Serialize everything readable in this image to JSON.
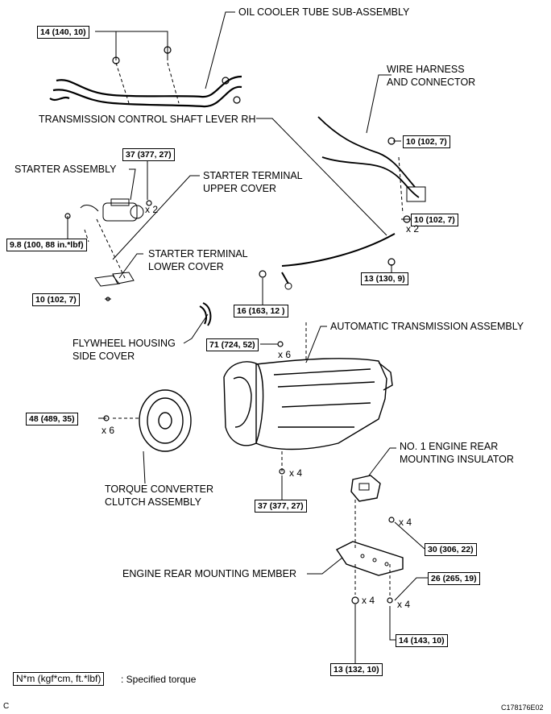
{
  "labels": {
    "oil_cooler_tube": "OIL COOLER TUBE SUB-ASSEMBLY",
    "wire_harness_1": "WIRE HARNESS",
    "wire_harness_2": "AND CONNECTOR",
    "trans_control_lever": "TRANSMISSION CONTROL SHAFT LEVER RH",
    "starter_assembly": "STARTER ASSEMBLY",
    "starter_upper_1": "STARTER TERMINAL",
    "starter_upper_2": "UPPER COVER",
    "starter_lower_1": "STARTER TERMINAL",
    "starter_lower_2": "LOWER COVER",
    "flywheel_1": "FLYWHEEL HOUSING",
    "flywheel_2": "SIDE COVER",
    "auto_trans": "AUTOMATIC TRANSMISSION ASSEMBLY",
    "torque_conv_1": "TORQUE CONVERTER",
    "torque_conv_2": "CLUTCH ASSEMBLY",
    "insulator_1": "NO. 1 ENGINE REAR",
    "insulator_2": "MOUNTING INSULATOR",
    "rear_member": "ENGINE REAR MOUNTING MEMBER"
  },
  "torques": {
    "t_14_140": "14 (140, 10)",
    "t_10_102_a": "10 (102, 7)",
    "t_10_102_b": "10 (102, 7)",
    "t_37_377_a": "37 (377, 27)",
    "t_9_8": "9.8 (100, 88 in.*lbf)",
    "t_10_102_c": "10 (102, 7)",
    "t_13_130": "13 (130, 9)",
    "t_16_163": "16 (163, 12 )",
    "t_71_724": "71 (724, 52)",
    "t_48_489": "48 (489, 35)",
    "t_37_377_b": "37 (377, 27)",
    "t_30_306": "30 (306, 22)",
    "t_26_265": "26 (265, 19)",
    "t_14_143": "14 (143, 10)",
    "t_13_132": "13 (132, 10)"
  },
  "multipliers": {
    "m_starter": "x 2",
    "m_harness": "x 2",
    "m_trans": "x 6",
    "m_torque": "x 6",
    "m_bottom": "x 4",
    "m_insulator": "x 4",
    "m_member_left": "x 4",
    "m_member_right": "x 4"
  },
  "legend": {
    "units": "N*m (kgf*cm, ft.*lbf)",
    "text": ": Specified torque"
  },
  "footer": {
    "corner_letter": "C",
    "code": "C178176E02"
  }
}
